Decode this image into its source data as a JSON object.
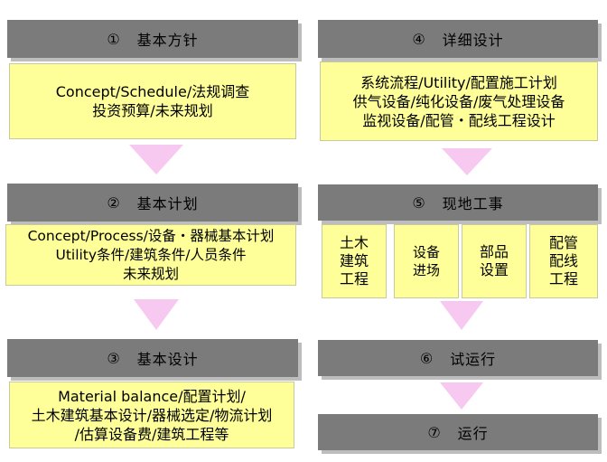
{
  "steps": [
    {
      "num": "①",
      "title": "基本方针",
      "lines": [
        "Concept/Schedule/法规调查",
        "投资预算/未来规划"
      ]
    },
    {
      "num": "②",
      "title": "基本计划",
      "lines": [
        "Concept/Process/设备・器械基本计划",
        "Utility条件/建筑条件/人员条件",
        "未来规划"
      ]
    },
    {
      "num": "③",
      "title": "基本设计",
      "lines": [
        "Material balance/配置计划/",
        "土木建筑基本设计/器械选定/物流计划",
        "/估算设备费/建筑工程等"
      ]
    },
    {
      "num": "④",
      "title": "详细设计",
      "lines": [
        "系统流程/Utility/配置施工计划",
        "供气设备/纯化设备/废气处理设备",
        "监视设备/配管・配线工程设计"
      ]
    },
    {
      "num": "⑤",
      "title": "现地工事",
      "cells": [
        [
          "土木",
          "建筑",
          "工程"
        ],
        [
          "设备",
          "进场"
        ],
        [
          "部品",
          "设置"
        ],
        [
          "配管",
          "配线",
          "工程"
        ]
      ]
    },
    {
      "num": "⑥",
      "title": "试运行"
    },
    {
      "num": "⑦",
      "title": "运行"
    }
  ],
  "colors": {
    "header": "#7b7b7b",
    "body": "#ffff99",
    "arrow": "#f7c8f0",
    "shadow": "#bdbdbd"
  }
}
